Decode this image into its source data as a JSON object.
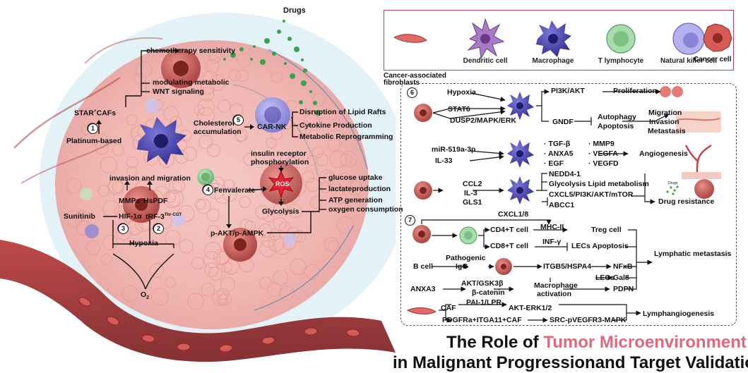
{
  "legend": {
    "items": [
      {
        "label": "Cancer-associated fibroblasts",
        "icon": "fibroblast-icon"
      },
      {
        "label": "Dendritic cell",
        "icon": "dendritic-cell-icon"
      },
      {
        "label": "Macrophage",
        "icon": "macrophage-icon"
      },
      {
        "label": "T lymphocyte",
        "icon": "t-lymphocyte-icon"
      },
      {
        "label": "Natural killer cell",
        "icon": "nk-cell-icon"
      },
      {
        "label": "Cancer cell",
        "icon": "cancer-cell-icon"
      }
    ],
    "caf_line1": "Cancer-associated",
    "caf_line2": "fibroblasts",
    "border_color": "#d23a5b"
  },
  "illustration": {
    "drugs": "Drugs",
    "chemo": "chemotherapy sensitivity",
    "modulating": "modulating metabolic",
    "wnt": "WNT signaling",
    "star_cafs": "STAR",
    "star_cafs_sup": "+",
    "star_cafs_rest": "CAFs",
    "platinum": "Platinum-based",
    "cholesterol_1": "Cholesterol",
    "cholesterol_2": "accumulation",
    "car_nk": "CAR-NK",
    "disruption": "Disruption of Lipid Rafts",
    "cytokine": "Cytokine Production",
    "metabolic_reprog": "Metabolic Reprogramming",
    "insulin_1": "insulin receptor",
    "insulin_2": "phosphorylation",
    "ros": "ROS",
    "fenvalerate": "Fenvalerate",
    "glycolysis": "Glycolysis",
    "glucose": "glucose uptake",
    "lactate": "lactateproduction",
    "atp": "ATP generation",
    "oxygen": "oxygen consumption",
    "pakt": "p-AKT/p-AMPK",
    "invasion": "invasion and migration",
    "mmps": "MMPs",
    "hspdf": "HsPDF",
    "sunitinib": "Sunitinib",
    "hif": "HIF-1α",
    "trf": "tRF-3",
    "trf_sup": "Thr-CGT",
    "hypoxia": "Hypoxia",
    "o2": "O",
    "o2_sub": "2",
    "n1": "1",
    "n2": "2",
    "n3": "3",
    "n4": "4",
    "n5": "5"
  },
  "panel": {
    "n6": "6",
    "n7": "7",
    "s6": {
      "hypoxia": "Hypoxia",
      "stat6": "STAT6",
      "dusp": "DUSP2/MAPK/ERK",
      "pi3k": "PI3K/AKT",
      "proliferation": "Proliferation",
      "gndf": "GNDF",
      "autophagy": "Autophagy",
      "apoptosis": "Apoptosis",
      "migration": "Migration",
      "invasion": "Invasion",
      "metastasis": "Metastasis",
      "mir": "miR-519a-3p",
      "il33": "IL-33",
      "tgfb": "· TGF-β",
      "mmp9": "· MMP9",
      "anxa5": "· ANXA5",
      "vegfa": "· VEGFA",
      "egf": "· EGF",
      "vegfd": "· VEGFD",
      "angiogenesis": "Angiogenesis",
      "ccl2": "CCL2",
      "il3": "IL-3",
      "gls1": "GLS1",
      "nedd": "NEDD4-1",
      "glyco": "Glycolysis Lipid metabolism",
      "cxcl5": "CXCL5/PI3K/AKT/mTOR",
      "abcc1": "ABCC1",
      "drug_res": "Drug resistance",
      "drugs_small": "Drugs"
    },
    "s7": {
      "cxcl18": "CXCL1/8",
      "cd4": "CD4+T cell",
      "mhc": "MHC-II",
      "treg": "Treg cell",
      "cd8": "CD8+T cell",
      "inf": "INF-γ",
      "lecs_apop": "LECs Apoptosis",
      "lymph_met": "Lymphatic metastasis",
      "bcell": "B cell",
      "patho1": "Pathogenic",
      "patho2": "IgG",
      "itgb5": "ITGB5/HSPA4",
      "nfkb": "NFκB",
      "lecs": "LECs",
      "gal8": "Gal8",
      "anxa3": "ANXA3",
      "akt_gsk": "AKT/GSK3β",
      "bcat": "β-catenin",
      "macro1": "Macrophage",
      "macro2": "activation",
      "pdpn": "PDPN",
      "pai": "PAI-1/LPR",
      "caf": "CAF",
      "akt_erk": "AKT-ERK1/2",
      "pdgfra": "PDGFRa+ITGA11+CAF",
      "src": "SRC-pVEGFR3-MAPK",
      "lymphangio": "Lymphangiogenesis"
    }
  },
  "title": {
    "line1_a": "The Role of ",
    "line1_b": "Tumor Microenvironment",
    "line2": "in Malignant Progressionand Target Validation",
    "accent": "#e0697e"
  }
}
